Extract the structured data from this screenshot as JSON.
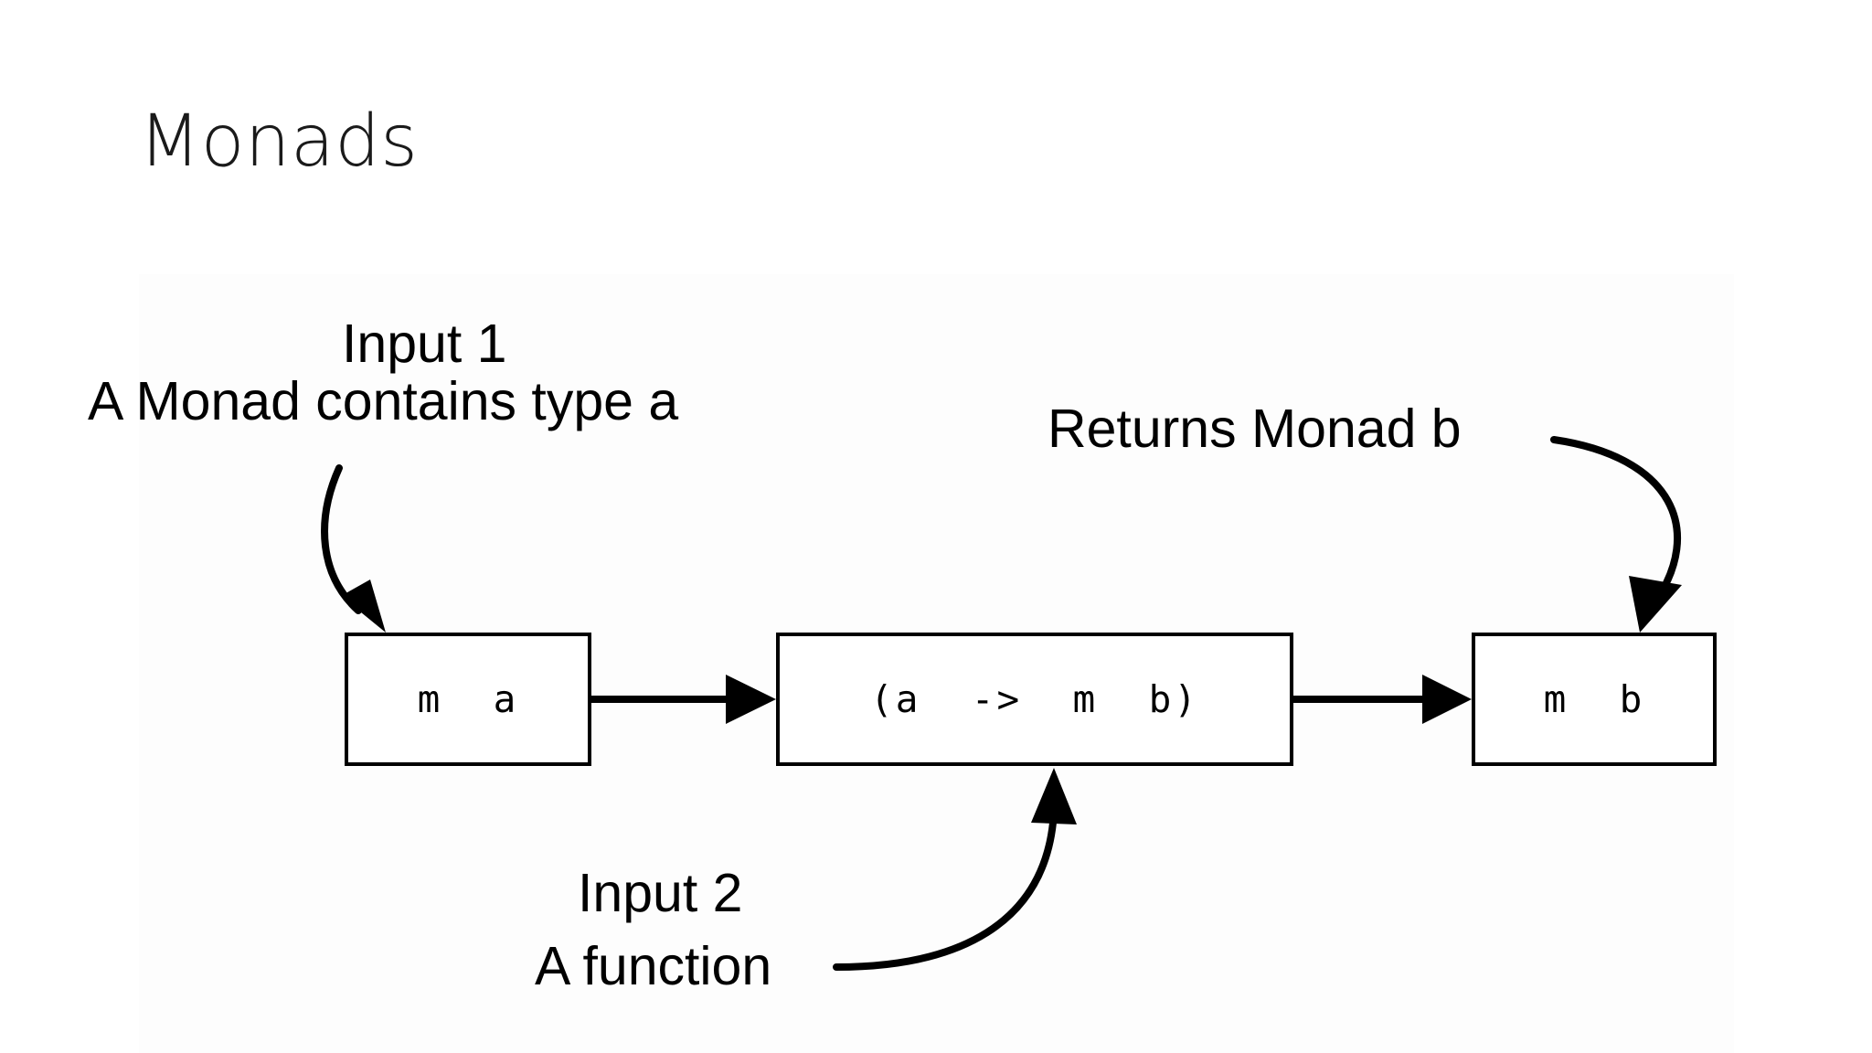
{
  "slide": {
    "title": "Monads",
    "background_color": "#ffffff",
    "ink_color": "#000000"
  },
  "annotations": [
    {
      "id": "input-1",
      "text": "Input 1"
    },
    {
      "id": "monad-a",
      "text": "A Monad contains type a"
    },
    {
      "id": "returns-b",
      "text": "Returns Monad b"
    },
    {
      "id": "input-2",
      "text": "Input 2"
    },
    {
      "id": "a-function",
      "text": "A function"
    }
  ],
  "diagram": {
    "type": "flow",
    "boxes": [
      {
        "id": "monad-input",
        "label": "m  a"
      },
      {
        "id": "bind-function",
        "label": "(a  ->  m  b)"
      },
      {
        "id": "monad-output",
        "label": "m  b"
      }
    ],
    "connectors": [
      {
        "id": "box1-to-box2",
        "kind": "straight-arrow",
        "from": "monad-input",
        "to": "bind-function"
      },
      {
        "id": "box2-to-box3",
        "kind": "straight-arrow",
        "from": "bind-function",
        "to": "monad-output"
      },
      {
        "id": "input1-callout",
        "kind": "curved-arrow",
        "from": "monad-a",
        "to": "monad-input"
      },
      {
        "id": "input2-callout",
        "kind": "curved-arrow",
        "from": "a-function",
        "to": "bind-function"
      },
      {
        "id": "returnsb-callout",
        "kind": "curved-arrow",
        "from": "returns-b",
        "to": "monad-output"
      }
    ]
  }
}
